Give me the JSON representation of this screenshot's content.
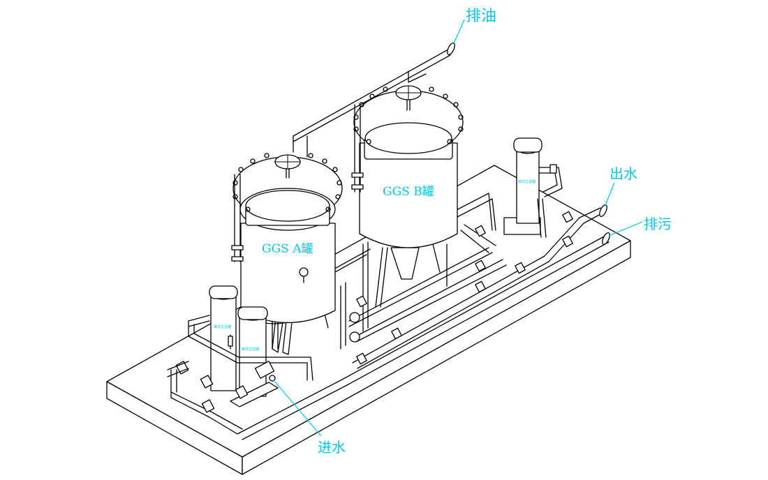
{
  "labels": {
    "oil_drain": "排油",
    "water_out": "出水",
    "sewage": "排污",
    "water_in": "进水",
    "tank_a": "GGS A罐",
    "tank_b": "GGS B罐"
  },
  "colors": {
    "line": "#000000",
    "annotation": "#00c8e8",
    "background": "#ffffff"
  }
}
